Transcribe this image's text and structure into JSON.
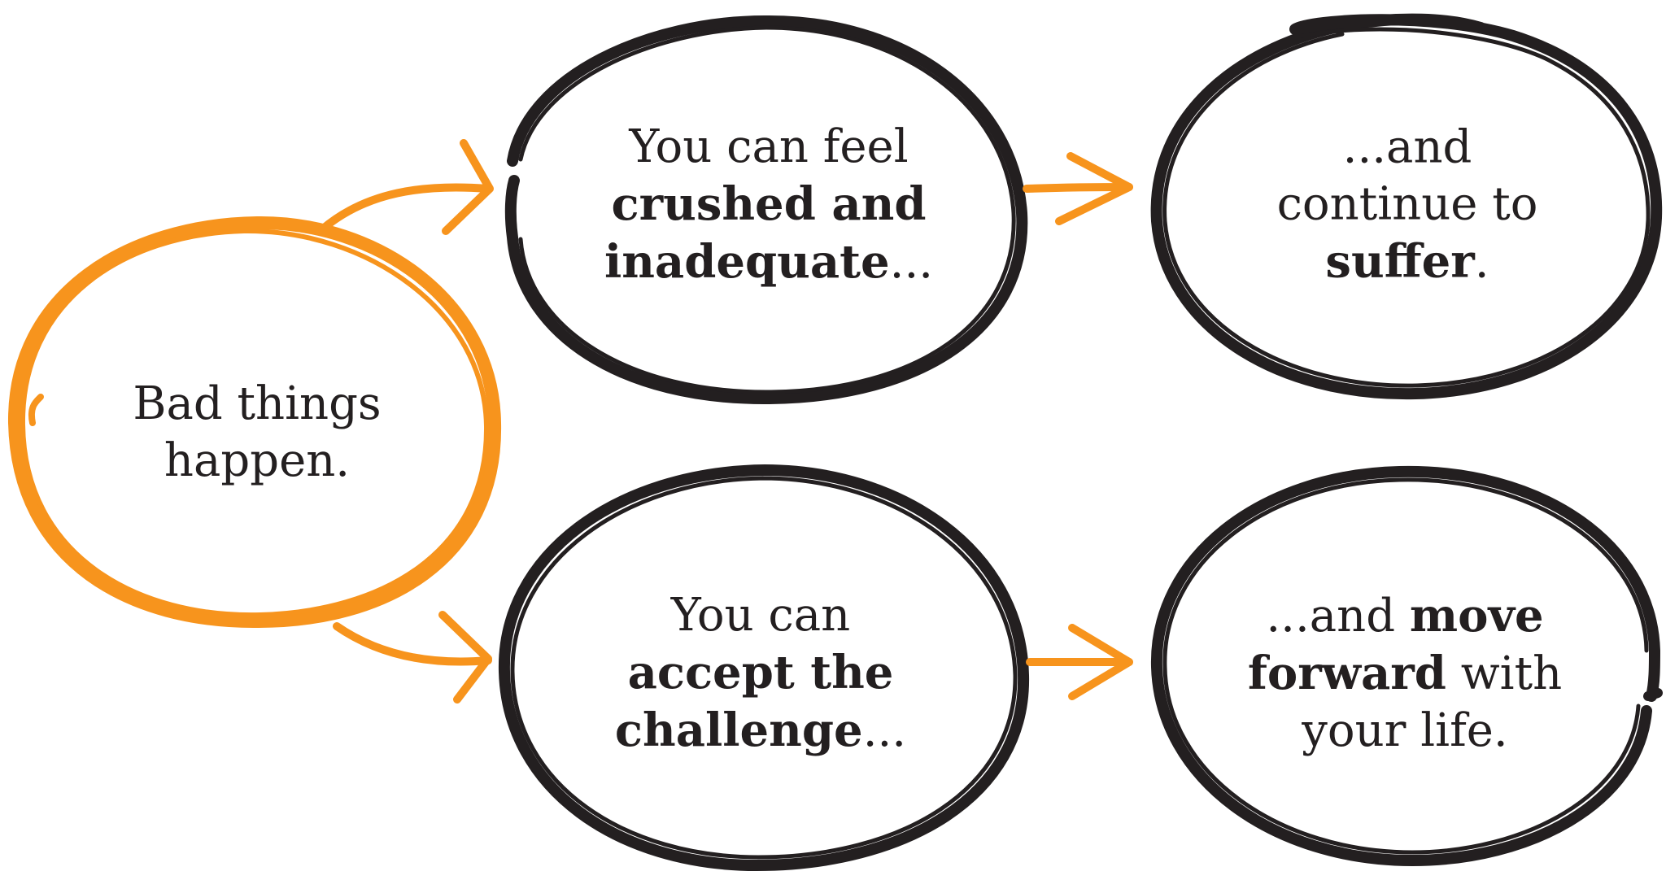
{
  "colors": {
    "accent": "#f7941d",
    "ink": "#231f20",
    "background": "#ffffff"
  },
  "nodes": {
    "start": {
      "line1": "Bad things",
      "line2": "happen."
    },
    "top_left": {
      "line1": "You can feel",
      "line2": "crushed and",
      "line3_bold": "inadequate",
      "line3_tail": "..."
    },
    "top_right": {
      "line1": "...and",
      "line2": "continue to",
      "line3_bold": "suffer",
      "line3_tail": "."
    },
    "bottom_left": {
      "line1": "You can",
      "line2": "accept the",
      "line3_bold": "challenge",
      "line3_tail": "..."
    },
    "bottom_right": {
      "line1_pre": "...and ",
      "line1_bold": "move",
      "line2_bold": "forward",
      "line2_tail": " with",
      "line3": "your life."
    }
  },
  "edges": [
    {
      "from": "start",
      "to": "top_left",
      "shape": "curved-arrow-icon"
    },
    {
      "from": "start",
      "to": "bottom_left",
      "shape": "curved-arrow-icon"
    },
    {
      "from": "top_left",
      "to": "top_right",
      "shape": "arrow-icon"
    },
    {
      "from": "bottom_left",
      "to": "bottom_right",
      "shape": "arrow-icon"
    }
  ]
}
